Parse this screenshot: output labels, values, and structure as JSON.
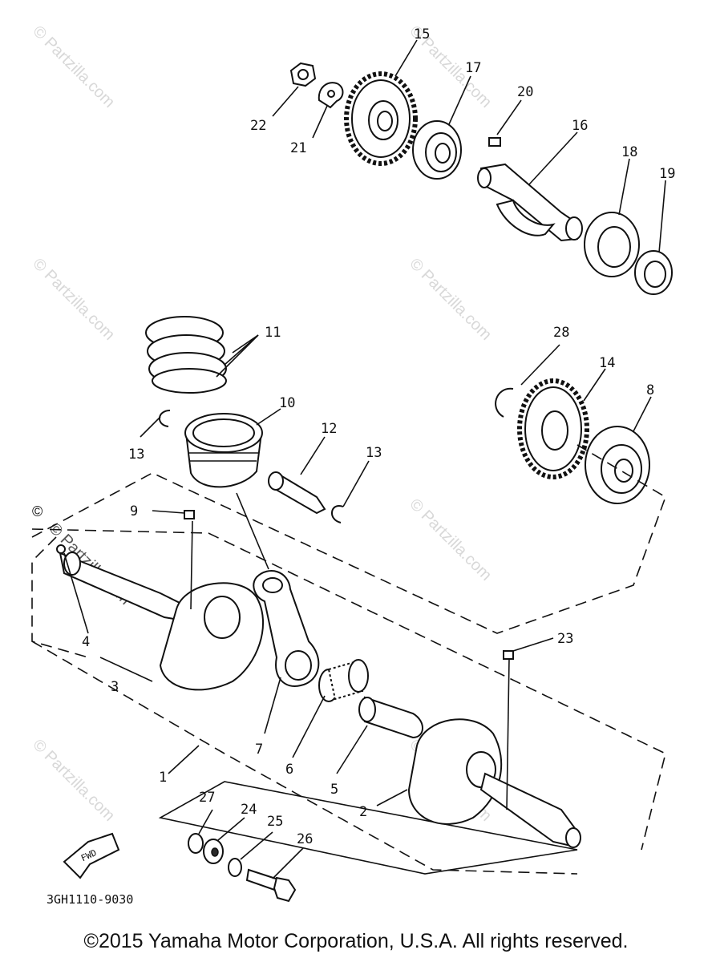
{
  "watermark": "© Partzilla.com",
  "callouts": [
    "1",
    "2",
    "3",
    "4",
    "5",
    "6",
    "7",
    "8",
    "9",
    "10",
    "11",
    "12",
    "13",
    "13",
    "14",
    "15",
    "16",
    "17",
    "18",
    "19",
    "20",
    "21",
    "22",
    "23",
    "24",
    "25",
    "26",
    "27",
    "28"
  ],
  "fwd_label": "FWD",
  "diagram_code": "3GH1110-9030",
  "copyright_mark": "©",
  "copyright": "©2015 Yamaha Motor Corporation, U.S.A. All rights reserved."
}
